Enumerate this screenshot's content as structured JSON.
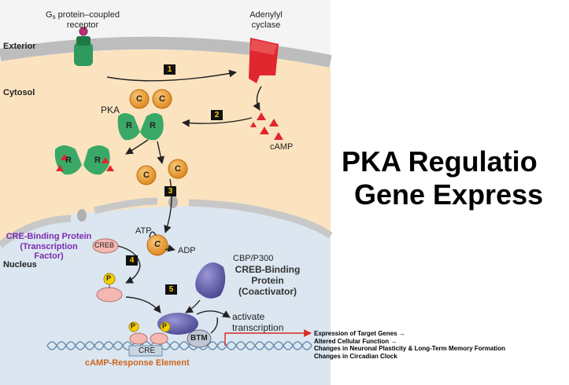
{
  "title": {
    "line1": "PKA Regulatio",
    "line2": "Gene Express"
  },
  "labels": {
    "receptor_prefix": "G",
    "receptor_sub": "s",
    "receptor_line1": " protein–coupled",
    "receptor_line2": "receptor",
    "adenylyl_line1": "Adenylyl",
    "adenylyl_line2": "cyclase",
    "exterior": "Exterior",
    "cytosol": "Cytosol",
    "nucleus": "Nucleus",
    "pka": "PKA",
    "camp": "cAMP",
    "atp": "ATP",
    "adp": "ADP",
    "creb": "CREB",
    "cre": "CRE",
    "btm": "BTM",
    "cbp": "CBP/P300",
    "c": "C",
    "r": "R",
    "p": "P",
    "activate_line1": "activate",
    "activate_line2": "transcription"
  },
  "annotations": {
    "creb_protein_line1": "CRE-Binding Protein",
    "creb_protein_line2": "(Transcription",
    "creb_protein_line3": "Factor)",
    "cbp_line1": "CREB-Binding",
    "cbp_line2": "Protein",
    "cbp_line3": "(Coactivator)",
    "cre_element": "cAMP-Response Element"
  },
  "steps": [
    "1",
    "2",
    "3",
    "4",
    "5"
  ],
  "outcomes": [
    "Expression of Target Genes →",
    "Altered Cellular Function →",
    "Changes in Neuronal Plasticity & Long-Term Memory Formation",
    "Changes in Circadian Clock"
  ],
  "colors": {
    "membrane": "#bdbdbd",
    "cytosol": "#fbe3bf",
    "exterior": "#f2f2f2",
    "nucleus": "#dbe6f0",
    "catalytic": "#f0a030",
    "regulatory": "#3aa867",
    "adenylyl_cyclase": "#e0262e",
    "receptor": "#2f9a5f",
    "coactivator": "#5e5aa8",
    "phosphate": "#f5d000",
    "creb": "#f4b8b0",
    "outcome_arrow": "#d8281f"
  }
}
